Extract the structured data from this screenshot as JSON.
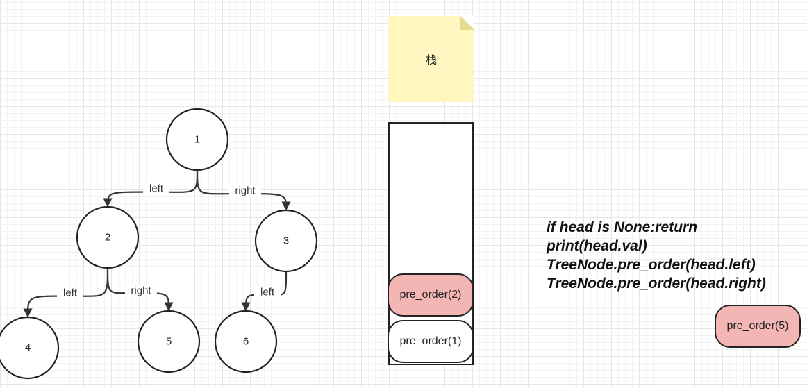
{
  "tree": {
    "nodes": [
      {
        "id": "1",
        "label": "1"
      },
      {
        "id": "2",
        "label": "2"
      },
      {
        "id": "3",
        "label": "3"
      },
      {
        "id": "4",
        "label": "4"
      },
      {
        "id": "5",
        "label": "5"
      },
      {
        "id": "6",
        "label": "6"
      }
    ],
    "edges": [
      {
        "from": "1",
        "to": "2",
        "label": "left"
      },
      {
        "from": "1",
        "to": "3",
        "label": "right"
      },
      {
        "from": "2",
        "to": "4",
        "label": "left"
      },
      {
        "from": "2",
        "to": "5",
        "label": "right"
      },
      {
        "from": "3",
        "to": "6",
        "label": "left"
      }
    ]
  },
  "note": {
    "label": "栈"
  },
  "stack": {
    "frames": [
      "pre_order(2)",
      "pre_order(1)"
    ],
    "colors": {
      "active": "#f4b6b4",
      "idle": "#ffffff"
    }
  },
  "current_call": {
    "label": "pre_order(5)",
    "color": "#f4b6b4"
  },
  "code": {
    "lines": [
      "if head is None:return",
      "print(head.val)",
      "TreeNode.pre_order(head.left)",
      "TreeNode.pre_order(head.right)"
    ]
  }
}
